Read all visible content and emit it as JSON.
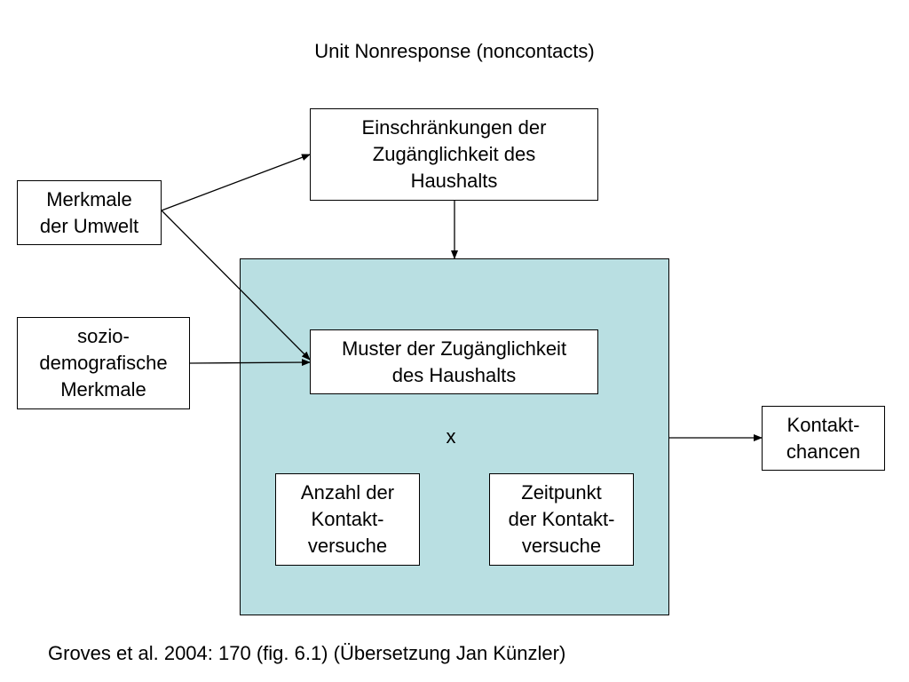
{
  "title": "Unit Nonresponse (noncontacts)",
  "boxes": {
    "environment": [
      "Merkmale",
      "der Umwelt"
    ],
    "sociodemographic": [
      "sozio-",
      "demografische",
      "Merkmale"
    ],
    "access_restrictions": [
      "Einschränkungen der",
      "Zugänglichkeit des",
      "Haushalts"
    ],
    "access_pattern": [
      "Muster der Zugänglichkeit",
      "des Haushalts"
    ],
    "number_of_attempts": [
      "Anzahl der",
      "Kontakt-",
      "versuche"
    ],
    "timing_of_attempts": [
      "Zeitpunkt",
      "der Kontakt-",
      "versuche"
    ],
    "contact_chances": [
      "Kontakt-",
      "chancen"
    ]
  },
  "operator": "x",
  "citation": "Groves et al. 2004: 170 (fig. 6.1) (Übersetzung Jan Künzler)",
  "colors": {
    "container_fill": "#b9dfe2",
    "stroke": "#000000"
  }
}
